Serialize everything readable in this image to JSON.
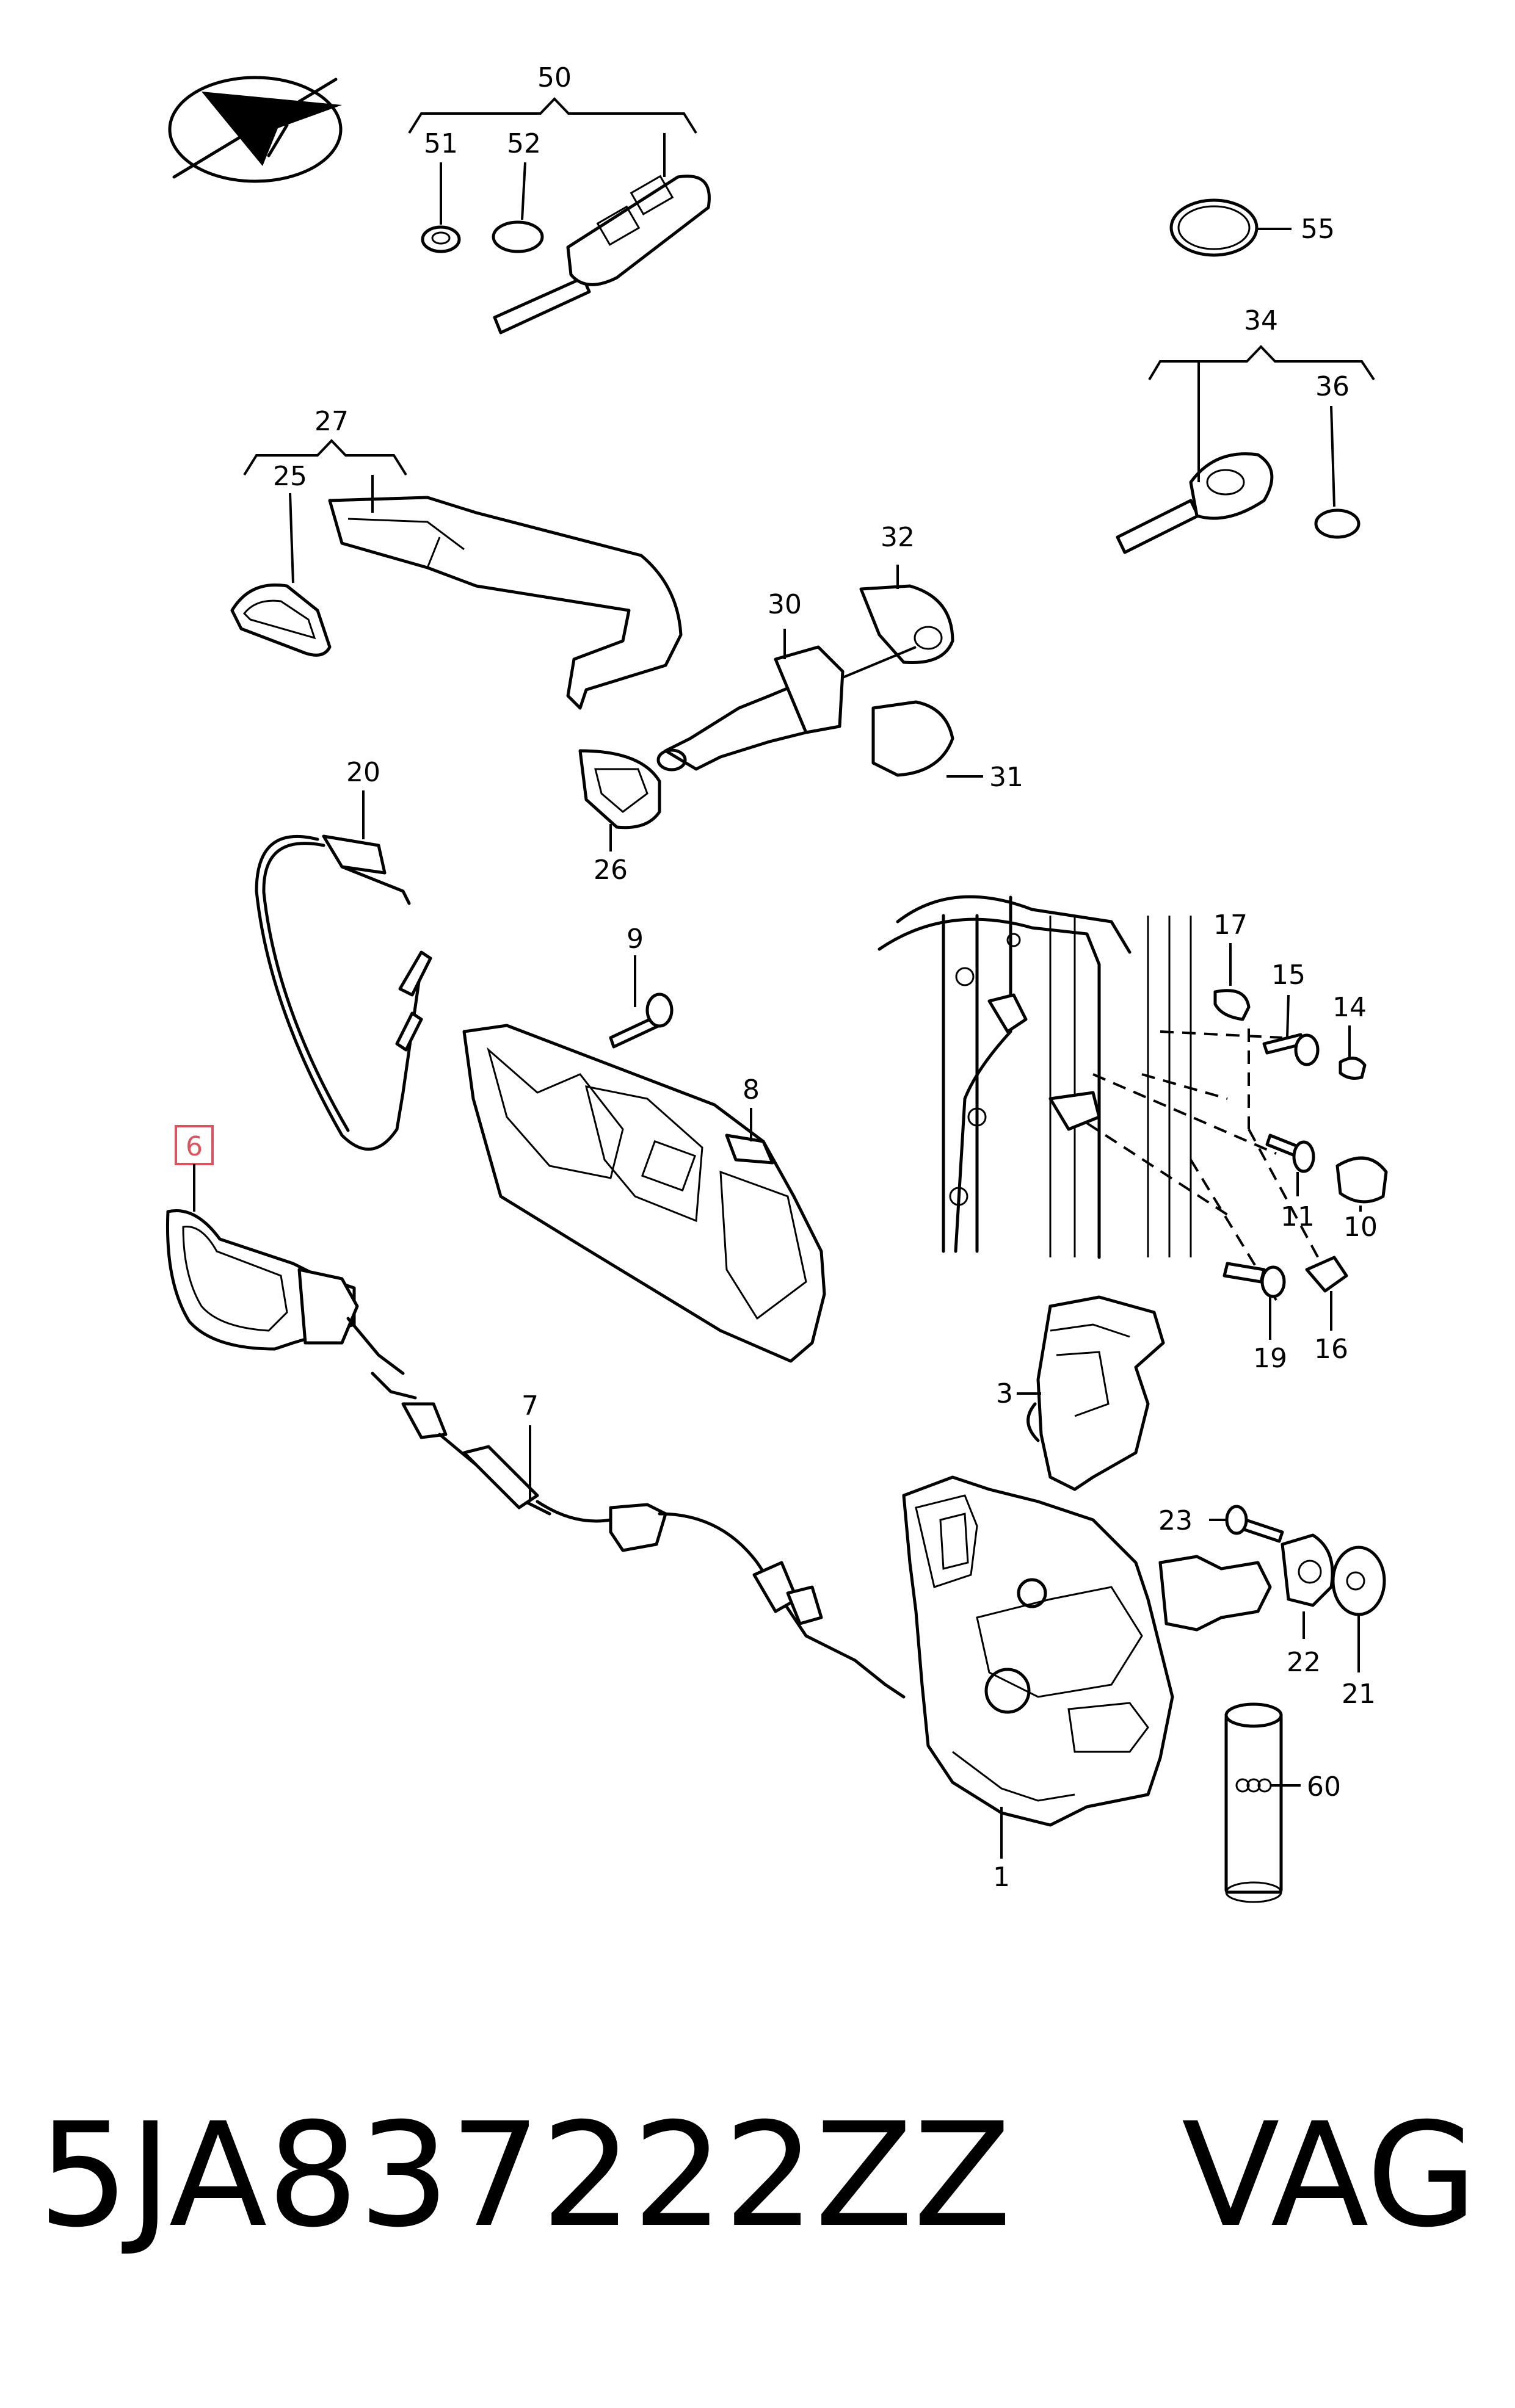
{
  "callouts": {
    "c1": "1",
    "c3": "3",
    "c6": "6",
    "c7": "7",
    "c8": "8",
    "c9": "9",
    "c10": "10",
    "c11": "11",
    "c14": "14",
    "c15": "15",
    "c16": "16",
    "c17": "17",
    "c19": "19",
    "c20": "20",
    "c21": "21",
    "c22": "22",
    "c23": "23",
    "c25": "25",
    "c26": "26",
    "c27": "27",
    "c30": "30",
    "c31": "31",
    "c32": "32",
    "c34": "34",
    "c36": "36",
    "c50": "50",
    "c51": "51",
    "c52": "52",
    "c55": "55",
    "c60": "60"
  },
  "highlighted_callout": "6",
  "highlight_color": "#d9545e",
  "footer": {
    "part_number": "5JA837222ZZ",
    "brand": "VAG"
  }
}
